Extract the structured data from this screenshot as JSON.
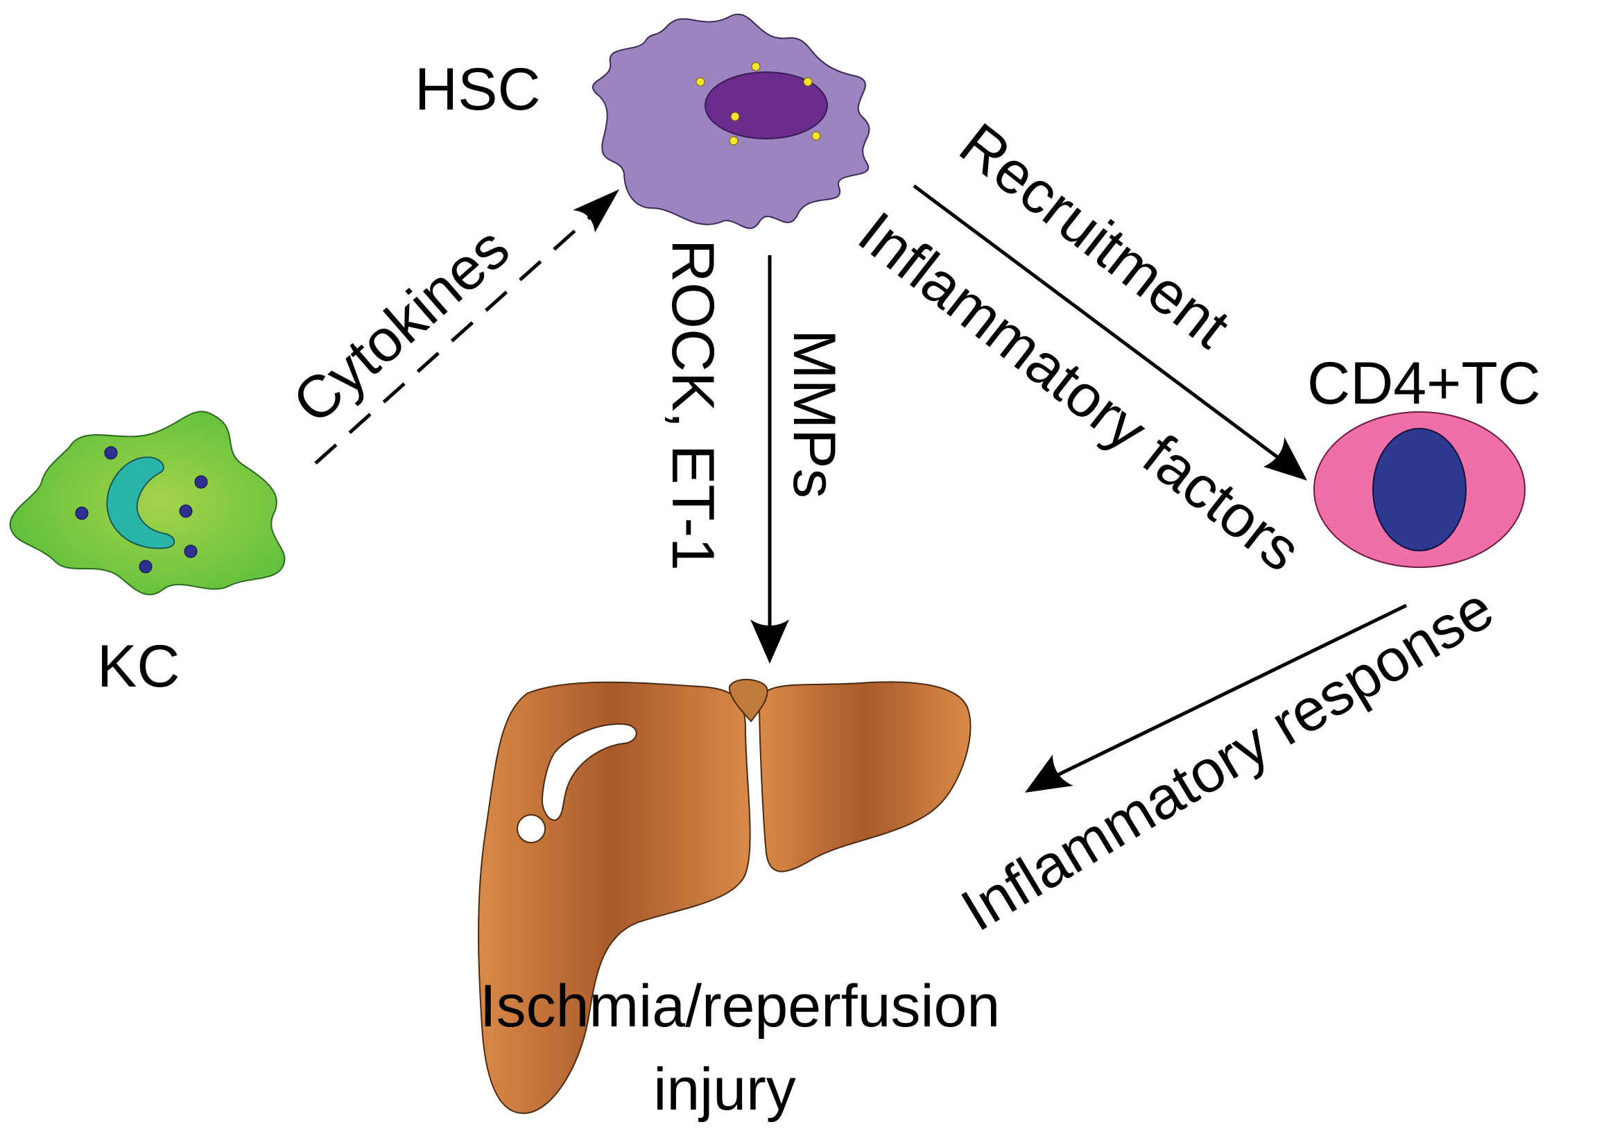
{
  "nodes": {
    "hsc": {
      "label": "HSC"
    },
    "kc": {
      "label": "KC"
    },
    "cd4": {
      "label": "CD4+TC"
    },
    "liver": {
      "label_line1": "Ischmia/reperfusion",
      "label_line2": "injury"
    }
  },
  "edges": {
    "kc_to_hsc": {
      "label": "Cytokines",
      "style": "dashed"
    },
    "hsc_to_liver": {
      "label_left": "ROCK, ET-1",
      "label_right": "MMPs",
      "style": "solid"
    },
    "hsc_to_cd4": {
      "label_outer": "Recruitment",
      "label_inner": "Inflammatory factors",
      "style": "solid"
    },
    "cd4_to_liver": {
      "label": "Inflammatory response",
      "style": "solid"
    }
  },
  "colors": {
    "hsc_body": "#9b84c0",
    "hsc_nucleus": "#6a2d8e",
    "hsc_granules": "#f5e22a",
    "kc_body": "#5cbf3c",
    "kc_center": "#a6d34a",
    "kc_nucleus": "#2bb5a8",
    "kc_dots": "#2e2f8f",
    "cd4_body": "#ef6fa8",
    "cd4_nucleus": "#2e3a8f",
    "liver_dark": "#a85a2a",
    "liver_light": "#d98a48",
    "arrow": "#000000"
  }
}
